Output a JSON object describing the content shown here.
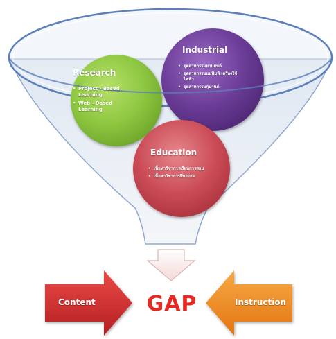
{
  "diagram": {
    "circles": {
      "research": {
        "title": "Research",
        "items": [
          "Project - Based Learning",
          "Web - Based Learning"
        ],
        "color": "#8cc63f"
      },
      "industrial": {
        "title": "Industrial",
        "items": [
          "อุตสาหกรรมยานยนต์",
          "อุตสาหกรรมแม่พิมพ์ เครื่องใช้ไฟฟ้า",
          "อุตสาหกรรมกุ้มานต์"
        ],
        "color": "#6a3c96"
      },
      "education": {
        "title": "Education",
        "items": [
          "เนื้อหาวิชาการเรียนการสอน",
          "เนื้อหาวิชาการฝึกอบรม"
        ],
        "color": "#c94a55"
      }
    },
    "arrows": {
      "left": {
        "label": "Content",
        "color": "#d0262b"
      },
      "right": {
        "label": "Instruction",
        "color": "#f08a1c"
      }
    },
    "center_label": "GAP",
    "center_color": "#e52a24"
  }
}
